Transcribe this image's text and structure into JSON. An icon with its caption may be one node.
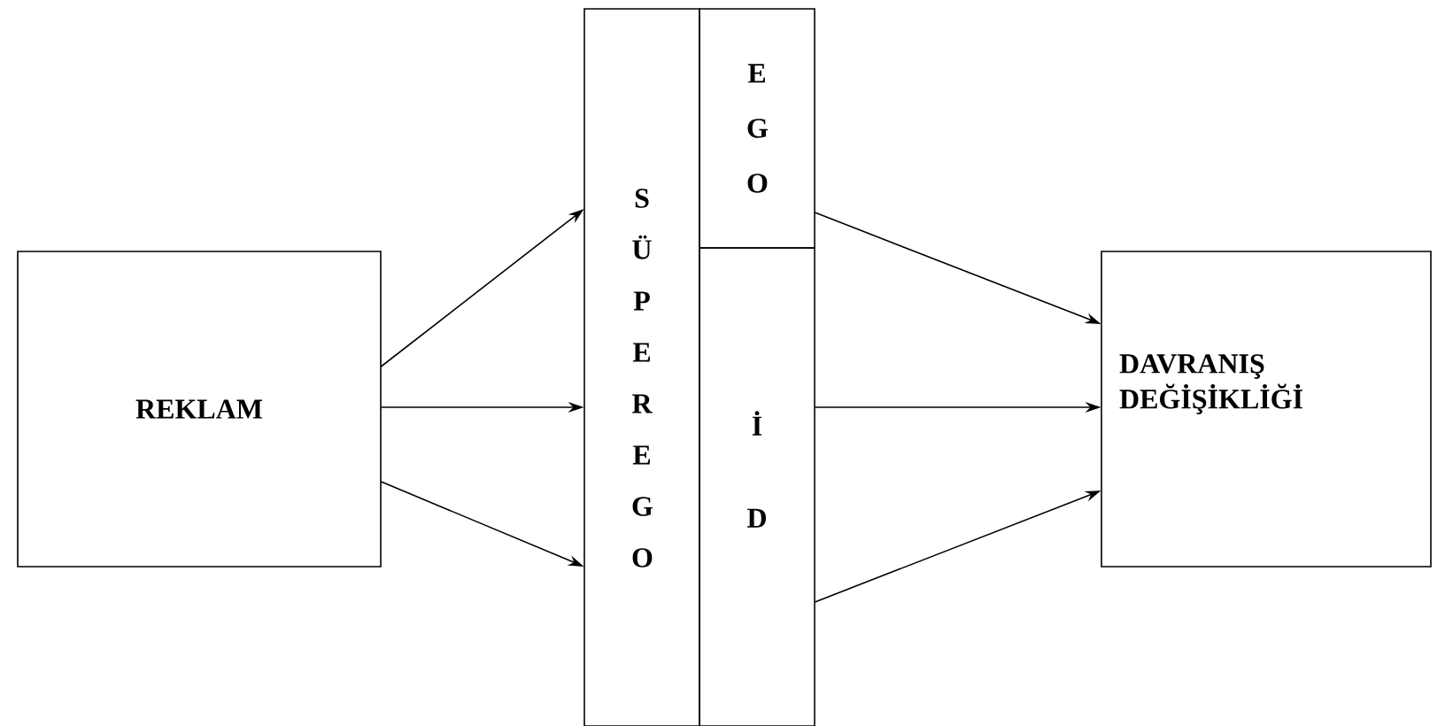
{
  "diagram": {
    "nodes": [
      {
        "text": [
          "REKLAM"
        ]
      },
      {
        "text": [
          "S Ü P E R E G O"
        ]
      },
      {
        "text": [
          "E G O"
        ]
      },
      {
        "text": [
          "İ D"
        ]
      },
      {
        "text": [
          "DAVRANIŞ DEĞİŞİKLİĞİ"
        ]
      }
    ],
    "edges": [
      {
        "from": 0,
        "to": 1,
        "arrow": "to"
      },
      {
        "from": 0,
        "to": 1,
        "arrow": "to"
      },
      {
        "from": 0,
        "to": 1,
        "arrow": "to"
      },
      {
        "from": 2,
        "to": 4,
        "arrow": "to"
      },
      {
        "from": 3,
        "to": 4,
        "arrow": "to"
      },
      {
        "from": 3,
        "to": 4,
        "arrow": "to"
      }
    ]
  }
}
